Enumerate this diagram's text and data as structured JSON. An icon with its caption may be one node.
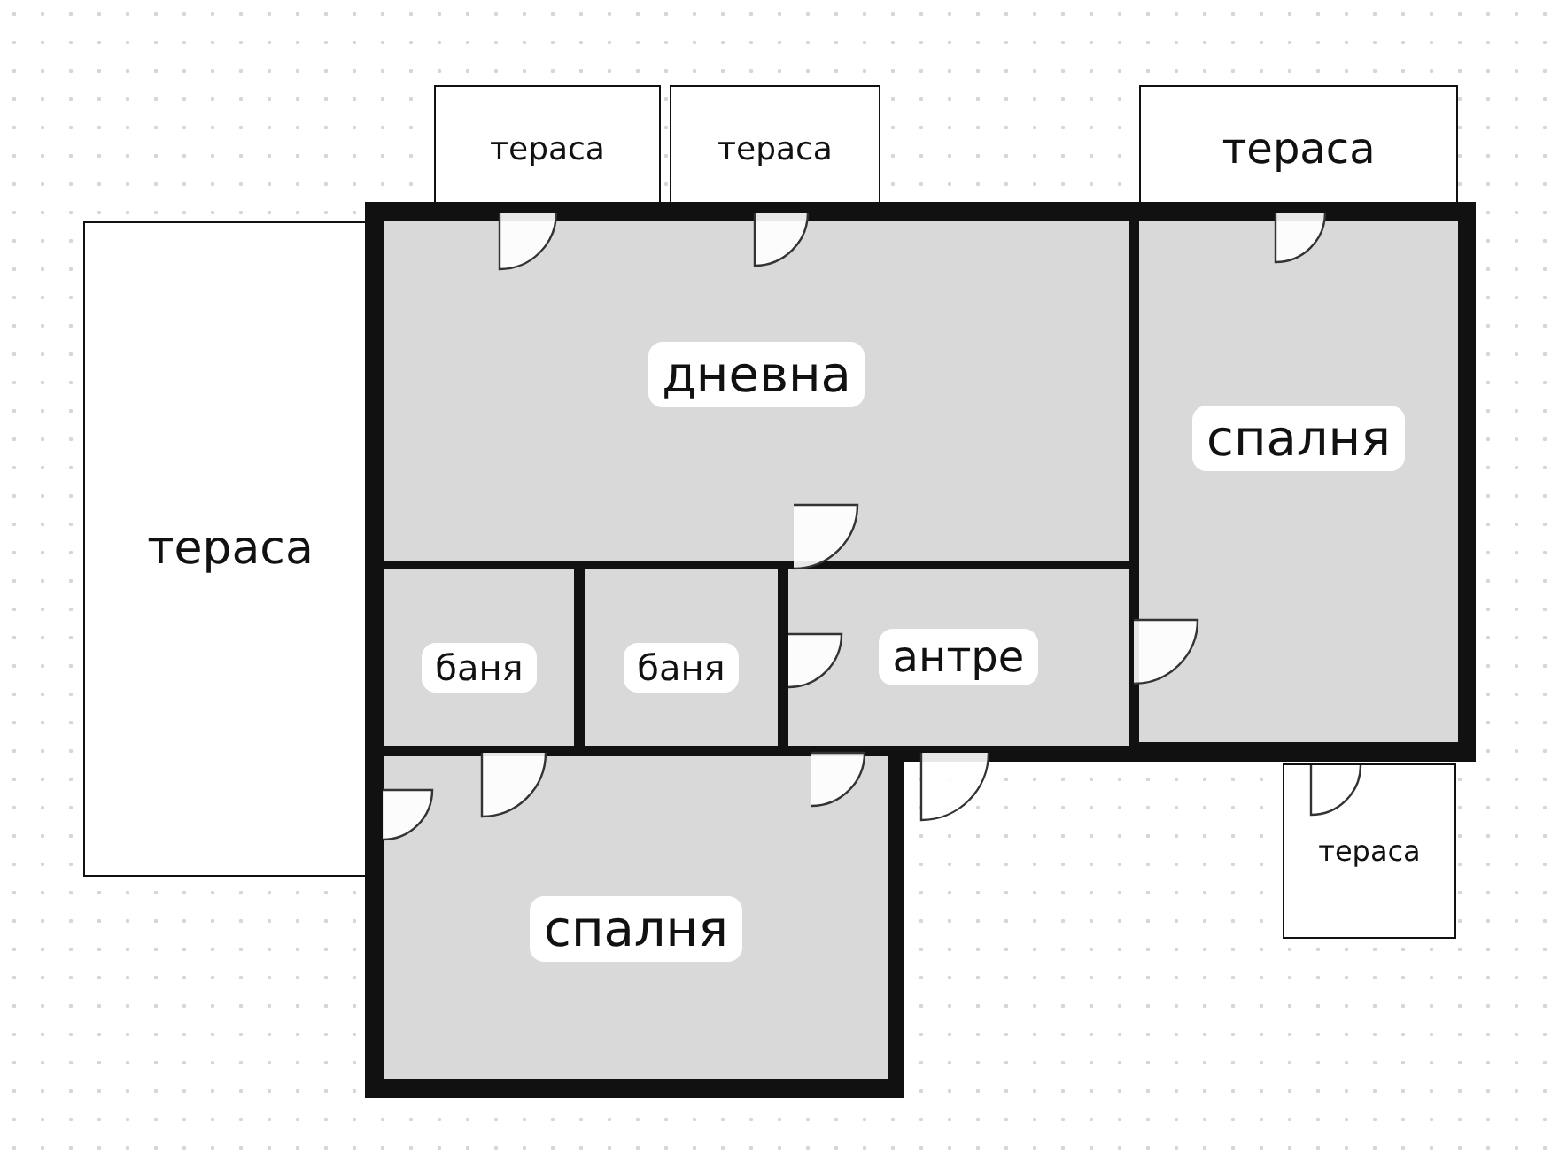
{
  "diagram": {
    "nodes": [
      {
        "text": [
          "тераса"
        ]
      },
      {
        "text": [
          "тераса"
        ]
      },
      {
        "text": [
          "тераса"
        ]
      },
      {
        "text": [
          "тераса"
        ]
      },
      {
        "text": [
          "дневна"
        ]
      },
      {
        "text": [
          "спалня"
        ]
      },
      {
        "text": [
          "баня"
        ]
      },
      {
        "text": [
          "баня"
        ]
      },
      {
        "text": [
          "антре"
        ]
      },
      {
        "text": [
          "спалня"
        ]
      },
      {
        "text": [
          "тераса"
        ]
      }
    ]
  }
}
